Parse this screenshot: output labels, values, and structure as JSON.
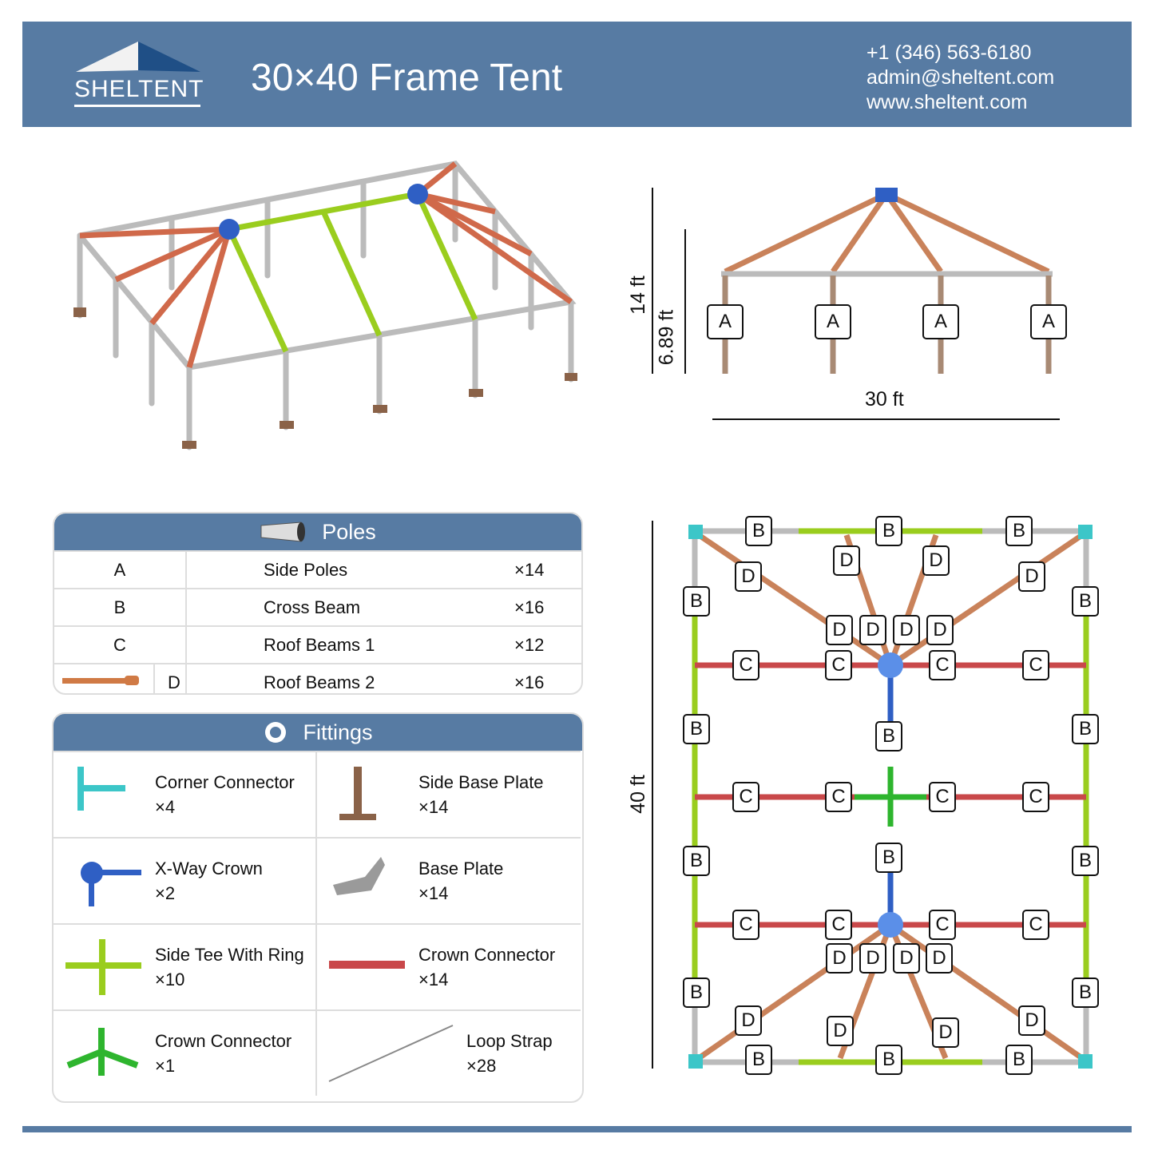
{
  "header": {
    "brand": "SHELTENT",
    "title": "30×40 Frame Tent",
    "phone": "+1 (346) 563-6180",
    "email": "admin@sheltent.com",
    "website": "www.sheltent.com"
  },
  "side_view": {
    "height_total": "14 ft",
    "height_side": "6.89 ft",
    "width": "30 ft",
    "labels": [
      "A",
      "A",
      "A",
      "A"
    ]
  },
  "plan_view": {
    "length": "40 ft",
    "labels": [
      "B",
      "B",
      "B",
      "B",
      "B",
      "B",
      "B",
      "B",
      "B",
      "B",
      "B",
      "B",
      "B",
      "B",
      "B",
      "B",
      "C",
      "C",
      "C",
      "C",
      "C",
      "C",
      "C",
      "C",
      "C",
      "C",
      "C",
      "C",
      "D",
      "D",
      "D",
      "D",
      "D",
      "D",
      "D",
      "D",
      "D",
      "D",
      "D",
      "D",
      "D",
      "D",
      "D",
      "D"
    ]
  },
  "poles": {
    "title": "Poles",
    "rows": [
      {
        "code": "A",
        "name": "Side Poles",
        "qty": "×14"
      },
      {
        "code": "B",
        "name": "Cross Beam",
        "qty": "×16"
      },
      {
        "code": "C",
        "name": "Roof Beams 1",
        "qty": "×12"
      },
      {
        "code": "D",
        "name": "Roof Beams 2",
        "qty": "×16"
      }
    ]
  },
  "fittings": {
    "title": "Fittings",
    "items": [
      {
        "name": "Corner Connector",
        "qty": "×4",
        "color": "#3cc6c8"
      },
      {
        "name": "Side Base Plate",
        "qty": "×14",
        "color": "#8a6248"
      },
      {
        "name": "X-Way Crown",
        "qty": "×2",
        "color": "#2f5fc4"
      },
      {
        "name": "Base Plate",
        "qty": "×14",
        "color": "#9a9a9a"
      },
      {
        "name": "Side Tee With Ring",
        "qty": "×10",
        "color": "#9acd1e"
      },
      {
        "name": "Crown Connector",
        "qty": "×14",
        "color": "#c9484a"
      },
      {
        "name": "Crown Connector",
        "qty": "×1",
        "color": "#2eb52e"
      },
      {
        "name": "Loop Strap",
        "qty": "×28",
        "color": "#888888"
      }
    ]
  }
}
